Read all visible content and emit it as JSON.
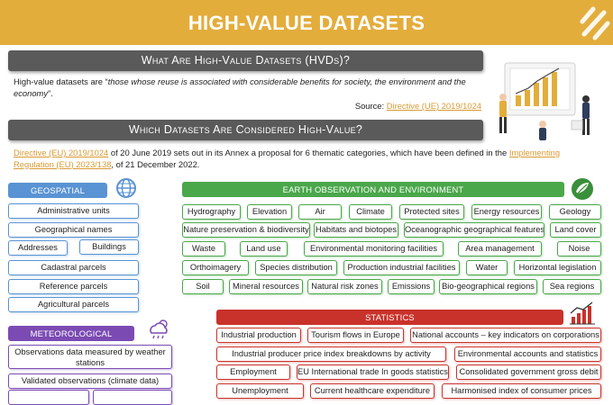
{
  "header": {
    "title": "HIGH-VALUE DATASETS"
  },
  "sections": {
    "what_heading": "What Are High-Value Datasets (HVDs)?",
    "which_heading": "Which Datasets Are Considered High-Value?"
  },
  "definition": {
    "prefix": "High-value datasets are “",
    "quote": "those whose reuse is associated with considerable benefits for society, the environment and the economy",
    "suffix": "”.",
    "source_label": "Source: ",
    "source_link": "Directive (UE) 2019/1024"
  },
  "intro": {
    "link1": "Directive (EU) 2019/1024",
    "text1": " of 20 June 2019 sets out in its Annex a proposal for 6 thematic categories, which have been defined in the ",
    "link2": "Implementing Regulation (EU) 2023/138",
    "text2": ",  of 21 December 2022."
  },
  "categories": {
    "geospatial": {
      "label": "GEOSPATIAL",
      "items": [
        "Administrative units",
        "Geographical names",
        "Addresses",
        "Buildings",
        "Cadastral parcels",
        "Reference parcels",
        "Agricultural parcels"
      ]
    },
    "earth": {
      "label": "EARTH OBSERVATION AND ENVIRONMENT",
      "items": [
        "Hydrography",
        "Elevation",
        "Air",
        "Climate",
        "Protected sites",
        "Energy resources",
        "Geology",
        "Nature preservation & biodiversity",
        "Habitats and biotopes",
        "Oceanographic geographical features",
        "Land cover",
        "Waste",
        "Land use",
        "Environmental monitoring facilities",
        "Area management",
        "Noise",
        "Orthoimagery",
        "Species distribution",
        "Production industrial facilities",
        "Water",
        "Horizontal legislation",
        "Soil",
        "Mineral resources",
        "Natural risk zones",
        "Emissions",
        "Bio-geographical regions",
        "Sea regions"
      ]
    },
    "meteorological": {
      "label": "METEOROLOGICAL",
      "items": [
        "Observations data measured by weather stations",
        "Validated observations (climate data)"
      ]
    },
    "statistics": {
      "label": "STATISTICS",
      "items": [
        "Industrial production",
        "Tourism flows in Europe",
        "National accounts – key indicators on corporations",
        "Industrial producer price index breakdowns by activity",
        "Environmental accounts and statistics",
        "Employment",
        "EU International trade In goods statistics",
        "Consolidated government gross debit",
        "Unemployment",
        "Current healthcare expenditure",
        "Harmonised index of consumer prices"
      ]
    }
  },
  "colors": {
    "header": "#e3ad3c",
    "geospatial": "#5a93d3",
    "earth": "#4aa74a",
    "meteorological": "#7b4bb3",
    "statistics": "#c9322b"
  },
  "icons": [
    "logo-icon",
    "globe-icon",
    "leaf-globe-icon",
    "weather-cloud-icon",
    "bar-chart-icon",
    "presentation-illustration"
  ]
}
